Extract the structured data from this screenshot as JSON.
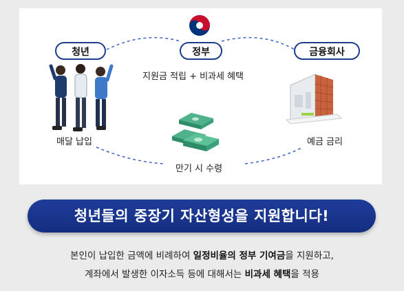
{
  "diagram": {
    "youth": {
      "title": "청년",
      "caption": "매달 납입"
    },
    "government": {
      "title": "정부",
      "caption": "지원금 적립 + 비과세 혜택"
    },
    "bank": {
      "title": "금융회사",
      "caption": "예금 금리"
    },
    "maturity": {
      "caption": "만기 시 수령"
    }
  },
  "banner": {
    "text": "청년들의 중장기 자산형성을 지원합니다!"
  },
  "description": {
    "line1": {
      "pre": "본인이 납입한 금액에 비례하여 ",
      "strong": "일정비율의 정부 기여금",
      "post": "을 지원하고,"
    },
    "line2": {
      "pre": "계좌에서 발생한 이자소득 등에 대해서는 ",
      "strong": "비과세 혜택",
      "post": "을 적용"
    }
  },
  "colors": {
    "accent": "#1d3c8f",
    "banner": "#142e80",
    "emblem_red": "#c8102e",
    "emblem_blue": "#003478"
  }
}
